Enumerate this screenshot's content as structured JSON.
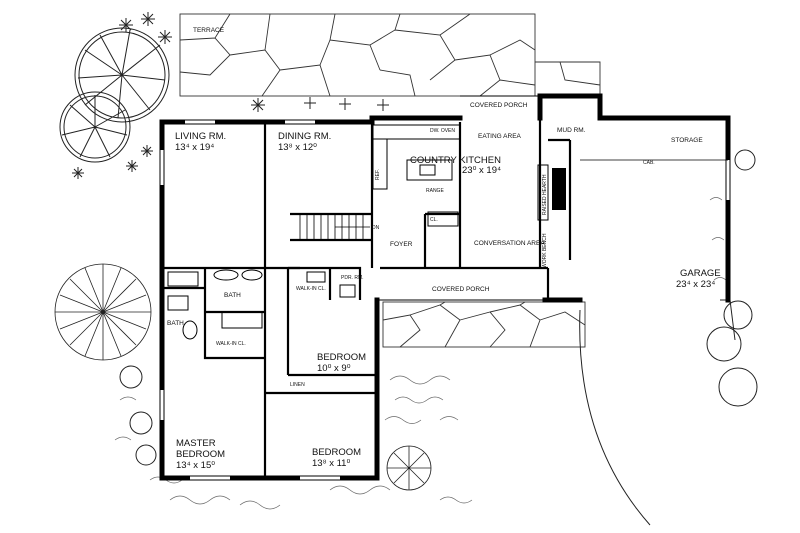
{
  "plan": {
    "terrace": "TERRACE",
    "living_name": "LIVING RM.",
    "living_size": "13⁴ x 19⁴",
    "dining_name": "DINING RM.",
    "dining_size": "13⁸ x 12⁰",
    "covered_porch_top": "COVERED PORCH",
    "eating_area": "EATING AREA",
    "mud_rm": "MUD RM.",
    "storage": "STORAGE",
    "kitchen_name": "COUNTRY KITCHEN",
    "kitchen_size": "23⁰ x 19⁴",
    "dw_oven": "DW. OVEN",
    "range": "RANGE",
    "ref": "REF.",
    "raised_hearth": "RAISED HEARTH",
    "work_bench": "WORK BENCH",
    "dn": "DN",
    "foyer": "FOYER",
    "conversation_area": "CONVERSATION AREA",
    "bath": "BATH",
    "walkin_cl": "WALK-IN CL.",
    "pdr_rm": "PDR. RM.",
    "covered_porch": "COVERED PORCH",
    "garage_name": "GARAGE",
    "garage_size": "23⁴ x 23⁴",
    "bedroom1_name": "BEDROOM",
    "bedroom1_size": "10⁰ x 9⁰",
    "linen": "LINEN",
    "master_name": "MASTER BEDROOM",
    "master_size": "13⁴ x 15⁰",
    "bedroom2_name": "BEDROOM",
    "bedroom2_size": "13⁸ x 11⁰",
    "cl": "CL.",
    "cab": "CAB."
  }
}
